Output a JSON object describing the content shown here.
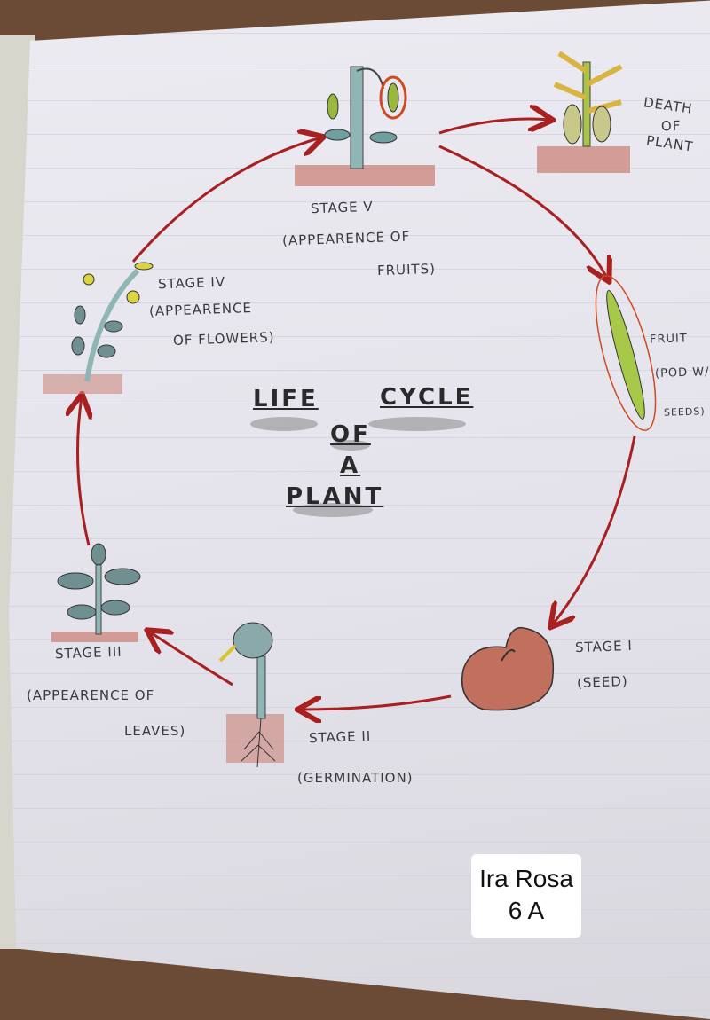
{
  "title": {
    "line1": "LIFE",
    "line2": "CYCLE",
    "line3": "OF",
    "line4": "A",
    "line5": "PLANT"
  },
  "stages": [
    {
      "label": "STAGE I",
      "desc": "(SEED)"
    },
    {
      "label": "STAGE II",
      "desc": "(GERMINATION)"
    },
    {
      "label": "STAGE III",
      "desc1": "(APPEARENCE OF",
      "desc2": "LEAVES)"
    },
    {
      "label": "STAGE IV",
      "desc1": "(APPEARENCE",
      "desc2": "OF FLOWERS)"
    },
    {
      "label": "STAGE V",
      "desc1": "(APPEARENCE OF",
      "desc2": "FRUITS)"
    }
  ],
  "death": {
    "line1": "DEATH",
    "line2": "OF",
    "line3": "PLANT"
  },
  "fruit": {
    "line1": "FRUIT",
    "line2": "(POD W/",
    "line3": "SEEDS)"
  },
  "name_tag": {
    "name": "Ira Rosa",
    "class": "6 A"
  },
  "colors": {
    "arrow": "#a82020",
    "soil": "#c98478",
    "stem": "#8fb6b4",
    "pod": "#a8c84a"
  }
}
